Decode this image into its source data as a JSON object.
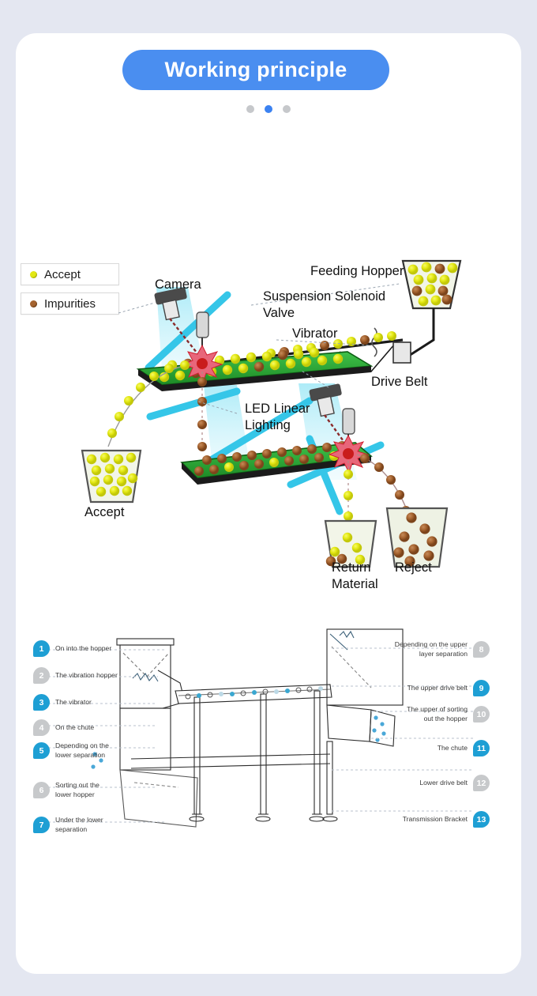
{
  "header": {
    "title": "Working principle",
    "pill_color": "#4a8ef0",
    "dots": [
      {
        "name": "dot-1",
        "active": false
      },
      {
        "name": "dot-2",
        "active": true
      },
      {
        "name": "dot-3",
        "active": false
      }
    ]
  },
  "legend": {
    "items": [
      {
        "label": "Accept",
        "color": "#e3e812",
        "kind": "accept"
      },
      {
        "label": "Impurities",
        "color": "#a5632f",
        "kind": "impur"
      }
    ]
  },
  "principle": {
    "labels": {
      "camera": "Camera",
      "feeding_hopper": "Feeding Hopper",
      "suspension_valve": "Suspension Solenoid\nValve",
      "vibrator": "Vibrator",
      "drive_belt": "Drive Belt",
      "led_lighting": "LED Linear\nLighting",
      "accept_bin": "Accept",
      "return_material": "Return\nMaterial",
      "reject_bin": "Reject"
    },
    "colors": {
      "belt_green": "#27a32f",
      "light_cyan": "#35c6e8",
      "accept_ball": "#e3e812",
      "impurity_ball": "#a5632f",
      "ejection_red": "#e02020"
    }
  },
  "schematic": {
    "left_callouts": [
      {
        "num": "1",
        "style": "blue",
        "text": "On into the hopper"
      },
      {
        "num": "2",
        "style": "gray",
        "text": "The vibration hopper"
      },
      {
        "num": "3",
        "style": "blue",
        "text": "The vibrator"
      },
      {
        "num": "4",
        "style": "gray",
        "text": "On the chute"
      },
      {
        "num": "5",
        "style": "blue",
        "text": "Depending on the\nlower separation"
      },
      {
        "num": "6",
        "style": "gray",
        "text": "Sorting out the\nlower hopper"
      },
      {
        "num": "7",
        "style": "blue",
        "text": "Under the lower\nseparation"
      }
    ],
    "right_callouts": [
      {
        "num": "8",
        "style": "gray",
        "text": "Depending on the upper\nlayer separation"
      },
      {
        "num": "9",
        "style": "blue",
        "text": "The upper drive belt"
      },
      {
        "num": "10",
        "style": "gray",
        "text": "The upper of sorting\nout the hopper"
      },
      {
        "num": "11",
        "style": "blue",
        "text": "The chute"
      },
      {
        "num": "12",
        "style": "gray",
        "text": "Lower drive belt"
      },
      {
        "num": "13",
        "style": "blue",
        "text": "Transmission Bracket"
      }
    ]
  }
}
